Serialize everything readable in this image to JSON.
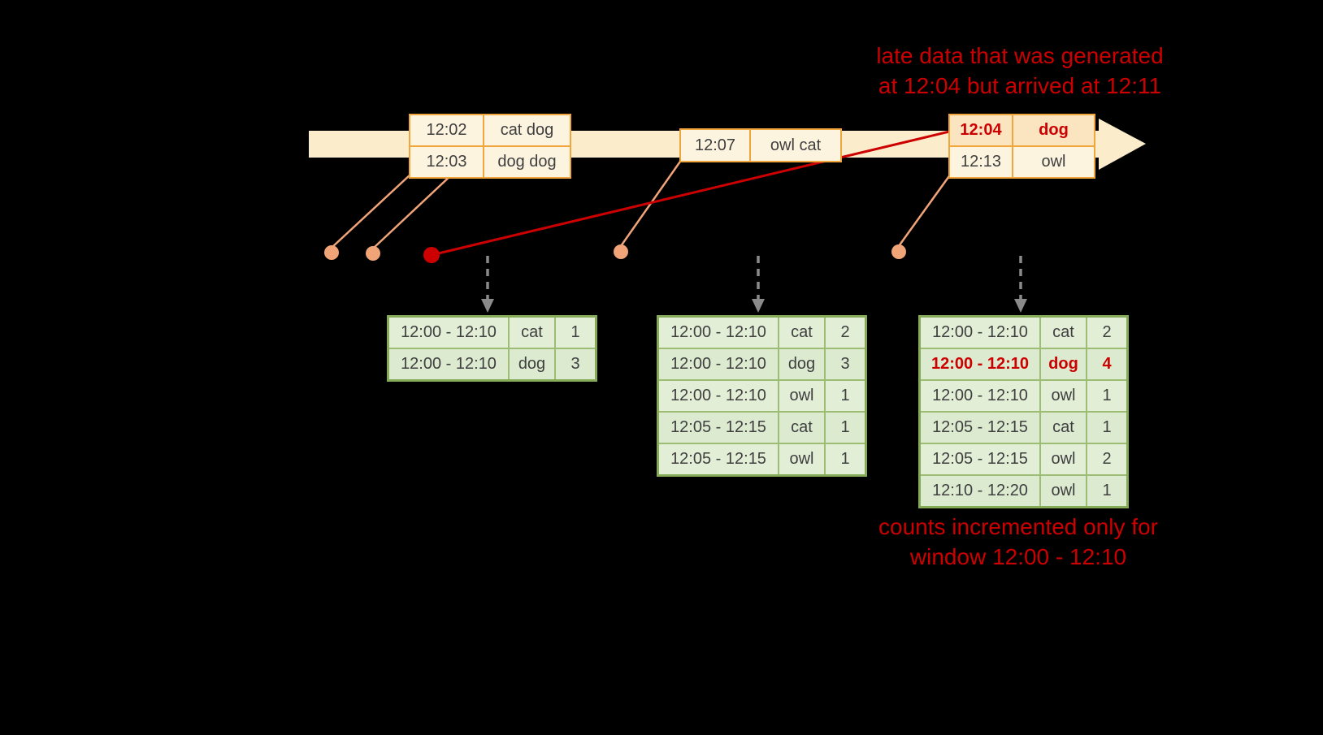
{
  "annotations": {
    "late_data": {
      "line1": "late data that was generated",
      "line2": "at 12:04 but arrived at 12:11"
    },
    "counts_note": {
      "line1": "counts incremented only for",
      "line2": "window 12:00 - 12:10"
    }
  },
  "timeline_events": [
    {
      "name": "event-box-12-02",
      "rows": [
        {
          "time": "12:02",
          "words": "cat dog",
          "late": false
        },
        {
          "time": "12:03",
          "words": "dog dog",
          "late": false
        }
      ]
    },
    {
      "name": "event-box-12-07",
      "rows": [
        {
          "time": "12:07",
          "words": "owl cat",
          "late": false
        }
      ]
    },
    {
      "name": "event-box-12-04-late",
      "rows": [
        {
          "time": "12:04",
          "words": "dog",
          "late": true
        },
        {
          "time": "12:13",
          "words": "owl",
          "late": false
        }
      ]
    }
  ],
  "result_tables": [
    {
      "name": "result-table-1",
      "highlight_row": -1,
      "rows": [
        {
          "window": "12:00 - 12:10",
          "word": "cat",
          "count": "1"
        },
        {
          "window": "12:00 - 12:10",
          "word": "dog",
          "count": "3"
        }
      ]
    },
    {
      "name": "result-table-2",
      "highlight_row": -1,
      "rows": [
        {
          "window": "12:00 - 12:10",
          "word": "cat",
          "count": "2"
        },
        {
          "window": "12:00 - 12:10",
          "word": "dog",
          "count": "3"
        },
        {
          "window": "12:00 - 12:10",
          "word": "owl",
          "count": "1"
        },
        {
          "window": "12:05 - 12:15",
          "word": "cat",
          "count": "1"
        },
        {
          "window": "12:05 - 12:15",
          "word": "owl",
          "count": "1"
        }
      ]
    },
    {
      "name": "result-table-3",
      "highlight_row": 1,
      "rows": [
        {
          "window": "12:00 - 12:10",
          "word": "cat",
          "count": "2"
        },
        {
          "window": "12:00 - 12:10",
          "word": "dog",
          "count": "4"
        },
        {
          "window": "12:00 - 12:10",
          "word": "owl",
          "count": "1"
        },
        {
          "window": "12:05 - 12:15",
          "word": "cat",
          "count": "1"
        },
        {
          "window": "12:05 - 12:15",
          "word": "owl",
          "count": "2"
        },
        {
          "window": "12:10 - 12:20",
          "word": "owl",
          "count": "1"
        }
      ]
    }
  ],
  "colors": {
    "accent_red": "#cc0000",
    "event_border": "#f0a63c",
    "event_fill": "#fdf4df",
    "late_fill": "#fbe5c0",
    "table_border": "#85ab58",
    "table_grid": "#9dbd74",
    "table_fill": "#e3eed7",
    "timeline_fill": "#fbeccb",
    "dot_color": "#f0a478",
    "arrow_gray": "#8a8a8a"
  }
}
